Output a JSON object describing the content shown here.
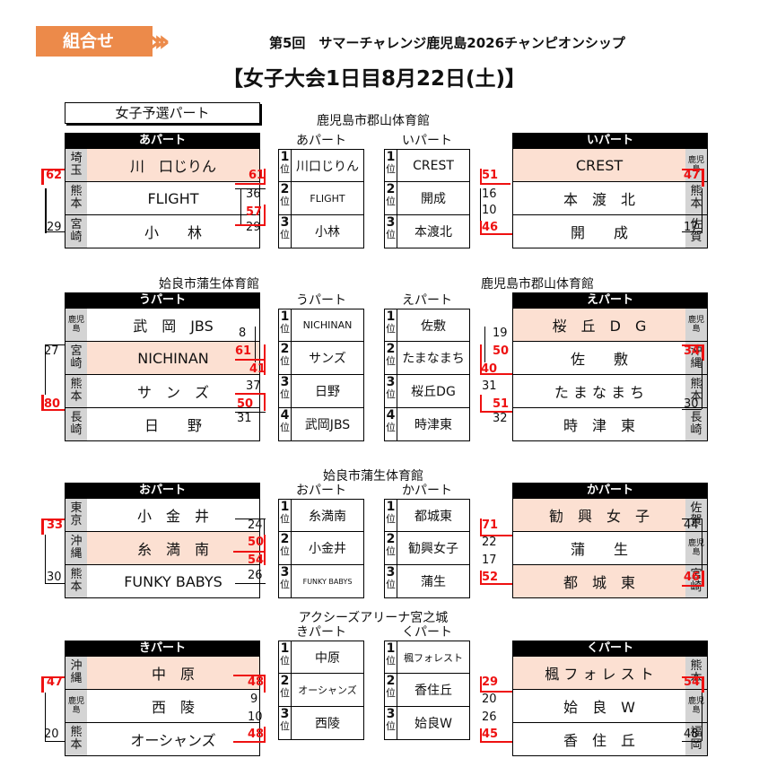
{
  "header": {
    "tab": "組合せ",
    "title": "第5回　サマーチャレンジ鹿児島2026チャンピオンシップ",
    "subtitle": "【女子大会1日目8月22日(土)】",
    "qualifier": "女子予選パート"
  },
  "venues": {
    "v1": "鹿児島市郡山体育館",
    "v2": "姶良市蒲生体育館",
    "v3": "鹿児島市郡山体育館",
    "v4": "姶良市蒲生体育館",
    "v5": "アクシーズアリーナ宮之城"
  },
  "rank_label": "位",
  "pools": {
    "a": {
      "name": "あパート",
      "rows": [
        [
          "埼玉",
          "川　口じりん"
        ],
        [
          "熊本",
          "FLIGHT"
        ],
        [
          "宮崎",
          "小　　林"
        ]
      ]
    },
    "i": {
      "name": "いパート",
      "rows": [
        [
          "鹿児島",
          "CREST"
        ],
        [
          "熊本",
          "本　渡　北"
        ],
        [
          "佐賀",
          "開　　成"
        ]
      ]
    },
    "u": {
      "name": "うパート",
      "rows": [
        [
          "鹿児島",
          "武　岡　JBS"
        ],
        [
          "宮崎",
          "NICHINAN"
        ],
        [
          "熊本",
          "サ　ン　ズ"
        ],
        [
          "長崎",
          "日　　野"
        ]
      ]
    },
    "e": {
      "name": "えパート",
      "rows": [
        [
          "鹿児島",
          "桜　丘　D　G"
        ],
        [
          "沖縄",
          "佐　　敷"
        ],
        [
          "熊本",
          "た ま な ま ち"
        ],
        [
          "長崎",
          "時　津　東"
        ]
      ]
    },
    "o": {
      "name": "おパート",
      "rows": [
        [
          "東京",
          "小　金　井"
        ],
        [
          "沖縄",
          "糸　満　南"
        ],
        [
          "熊本",
          "FUNKY BABYS"
        ]
      ]
    },
    "ka": {
      "name": "かパート",
      "rows": [
        [
          "佐賀",
          "勧　興　女　子"
        ],
        [
          "鹿児島",
          "蒲　　生"
        ],
        [
          "宮崎",
          "都　城　東"
        ]
      ]
    },
    "ki": {
      "name": "きパート",
      "rows": [
        [
          "沖縄",
          "中　原"
        ],
        [
          "鹿児島",
          "西　陵"
        ],
        [
          "熊本",
          "オーシャンズ"
        ]
      ]
    },
    "ku": {
      "name": "くパート",
      "rows": [
        [
          "熊本",
          "楓 フ ォ レ ス ト"
        ],
        [
          "鹿児島",
          "姶　良　W"
        ],
        [
          "福岡",
          "香　住　丘"
        ]
      ]
    }
  },
  "results": {
    "a": {
      "name": "あパート",
      "ranks": [
        "1",
        "2",
        "3"
      ],
      "teams": [
        "川口じりん",
        "FLIGHT",
        "小林"
      ]
    },
    "i": {
      "name": "いパート",
      "ranks": [
        "1",
        "2",
        "3"
      ],
      "teams": [
        "CREST",
        "開成",
        "本渡北"
      ]
    },
    "u": {
      "name": "うパート",
      "ranks": [
        "1",
        "2",
        "3",
        "4"
      ],
      "teams": [
        "NICHINAN",
        "サンズ",
        "日野",
        "武岡JBS"
      ]
    },
    "e": {
      "name": "えパート",
      "ranks": [
        "1",
        "2",
        "3",
        "4"
      ],
      "teams": [
        "佐敷",
        "たまなまち",
        "桜丘DG",
        "時津東"
      ]
    },
    "o": {
      "name": "おパート",
      "ranks": [
        "1",
        "2",
        "3"
      ],
      "teams": [
        "糸満南",
        "小金井",
        "FUNKY BABYS"
      ]
    },
    "ka": {
      "name": "かパート",
      "ranks": [
        "1",
        "2",
        "3"
      ],
      "teams": [
        "都城東",
        "勧興女子",
        "蒲生"
      ]
    },
    "ki": {
      "name": "きパート",
      "ranks": [
        "1",
        "2",
        "3"
      ],
      "teams": [
        "中原",
        "オーシャンズ",
        "西陵"
      ]
    },
    "ku": {
      "name": "くパート",
      "ranks": [
        "1",
        "2",
        "3"
      ],
      "teams": [
        "楓フォレスト",
        "香住丘",
        "姶良W"
      ]
    }
  },
  "scores": {
    "a": [
      "62",
      "61",
      "36",
      "57",
      "29",
      "29"
    ],
    "i": [
      "51",
      "16",
      "10",
      "46",
      "47",
      "17"
    ],
    "u": [
      "8",
      "61",
      "41",
      "37",
      "50",
      "31",
      "27",
      "80"
    ],
    "e": [
      "19",
      "50",
      "40",
      "31",
      "51",
      "32",
      "34",
      "30"
    ],
    "o": [
      "24",
      "50",
      "54",
      "26",
      "33",
      "30"
    ],
    "ka": [
      "71",
      "22",
      "17",
      "52",
      "44",
      "46"
    ],
    "ki": [
      "48",
      "9",
      "10",
      "48",
      "47",
      "20"
    ],
    "ku": [
      "29",
      "20",
      "26",
      "45",
      "54",
      "48"
    ]
  }
}
